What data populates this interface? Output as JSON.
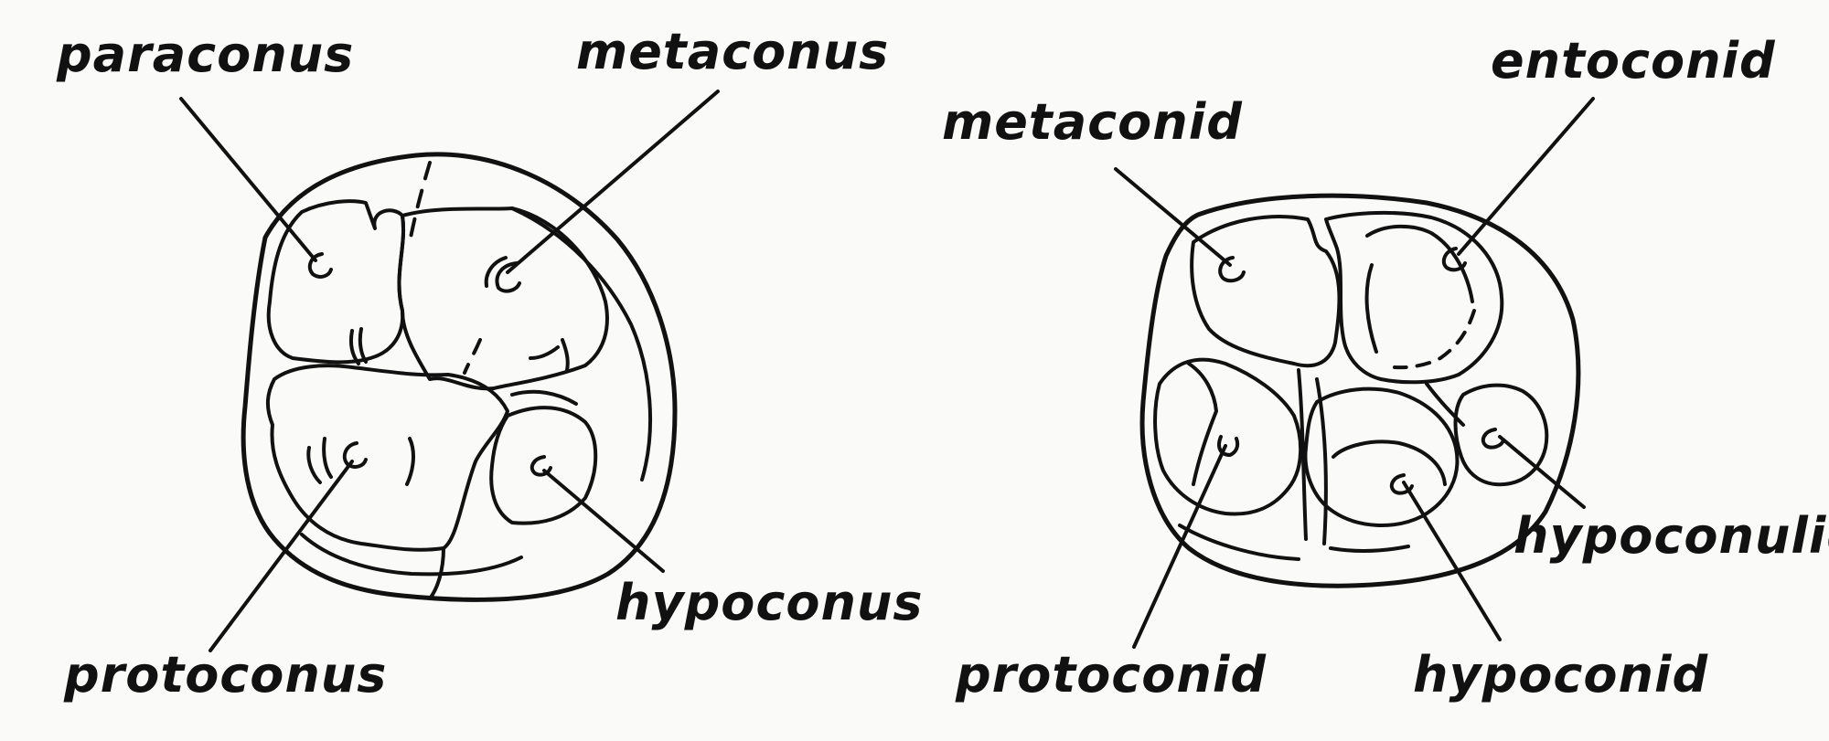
{
  "upper_molar": {
    "labels": {
      "paraconus": "paraconus",
      "metaconus": "metaconus",
      "protoconus": "protoconus",
      "hypoconus": "hypoconus"
    }
  },
  "lower_molar": {
    "labels": {
      "metaconid": "metaconid",
      "entoconid": "entoconid",
      "protoconid": "protoconid",
      "hypoconid": "hypoconid",
      "hypoconulid": "hypoconulid"
    }
  }
}
